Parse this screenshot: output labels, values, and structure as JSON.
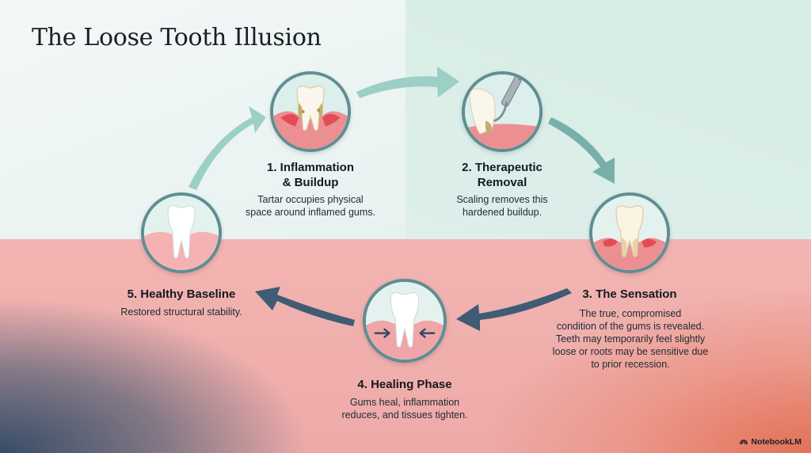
{
  "title": "The Loose Tooth Illusion",
  "steps": [
    {
      "label": "1. Inflammation\n& Buildup",
      "desc": "Tartar occupies physical\nspace around inflamed gums.",
      "icon": "tooth-tartar-inflamed-gums-icon"
    },
    {
      "label": "2. Therapeutic\nRemoval",
      "desc": "Scaling removes this\nhardened buildup.",
      "icon": "scaling-tool-icon"
    },
    {
      "label": "3. The Sensation",
      "desc": "The true, compromised\ncondition of the gums is revealed.\nTeeth may temporarily feel slightly\nloose or roots may be sensitive due\nto prior recession.",
      "icon": "tooth-receded-gums-icon"
    },
    {
      "label": "4. Healing Phase",
      "desc": "Gums heal, inflammation\nreduces, and tissues tighten.",
      "icon": "tooth-tightening-gums-icon"
    },
    {
      "label": "5. Healthy Baseline",
      "desc": "Restored structural stability.",
      "icon": "healthy-tooth-icon"
    }
  ],
  "brand": "NotebookLM",
  "colors": {
    "teal_arrow": "#9ccfc6",
    "slate_arrow": "#3f5c74",
    "node_border": "#5e8e93",
    "gum": "#eb8f92",
    "inflamed": "#e34c55",
    "tartar": "#c9ab6d"
  }
}
